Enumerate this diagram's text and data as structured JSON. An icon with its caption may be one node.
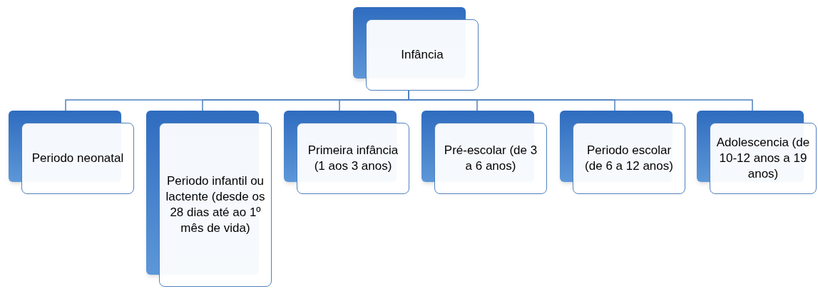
{
  "diagram": {
    "nodes": [
      {
        "text": [
          "Infância"
        ]
      },
      {
        "text": [
          "Periodo neonatal"
        ]
      },
      {
        "text": [
          "Periodo infantil ou lactente (desde os 28 dias até ao 1º mês de vida)"
        ]
      },
      {
        "text": [
          "Primeira infância (1 aos 3 anos)"
        ]
      },
      {
        "text": [
          "Pré-escolar (de 3 a 6 anos)"
        ]
      },
      {
        "text": [
          "Periodo escolar (de 6 a 12 anos)"
        ]
      },
      {
        "text": [
          "Adolescencia (de 10-12 anos a 19 anos)"
        ]
      }
    ],
    "edges": [
      {
        "from": 0,
        "to": 1,
        "arrow": "none"
      },
      {
        "from": 0,
        "to": 2,
        "arrow": "none"
      },
      {
        "from": 0,
        "to": 3,
        "arrow": "none"
      },
      {
        "from": 0,
        "to": 4,
        "arrow": "none"
      },
      {
        "from": 0,
        "to": 5,
        "arrow": "none"
      },
      {
        "from": 0,
        "to": 6,
        "arrow": "none"
      }
    ]
  }
}
